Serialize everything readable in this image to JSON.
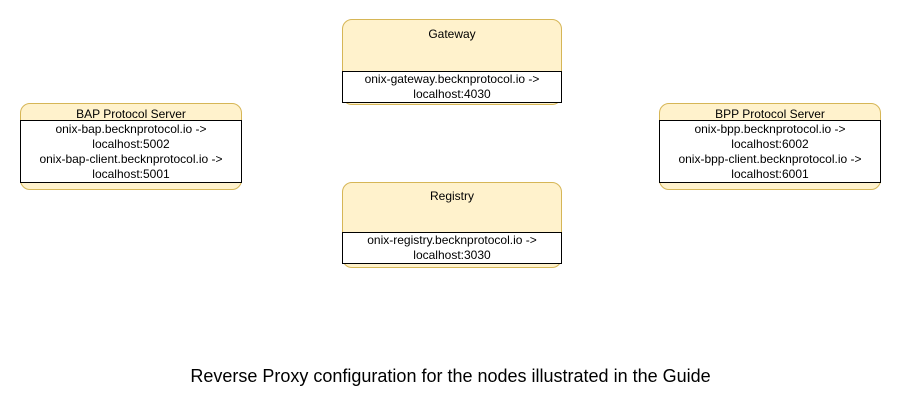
{
  "colors": {
    "canvas_bg": "#ffffff",
    "node_fill": "#fff2cc",
    "node_border": "#d6b656",
    "rule_fill": "#ffffff",
    "rule_border": "#000000",
    "text": "#000000"
  },
  "caption": "Reverse Proxy configuration for the nodes illustrated in the Guide",
  "nodes": [
    {
      "id": "gateway",
      "title": "Gateway",
      "lines": [
        "onix-gateway.becknprotocol.io ->",
        "localhost:4030"
      ]
    },
    {
      "id": "bap-protocol-server",
      "title": "BAP Protocol Server",
      "lines": [
        "onix-bap.becknprotocol.io ->",
        "localhost:5002",
        "onix-bap-client.becknprotocol.io ->",
        "localhost:5001"
      ]
    },
    {
      "id": "bpp-protocol-server",
      "title": "BPP Protocol Server",
      "lines": [
        "onix-bpp.becknprotocol.io ->",
        "localhost:6002",
        "onix-bpp-client.becknprotocol.io ->",
        "localhost:6001"
      ]
    },
    {
      "id": "registry",
      "title": "Registry",
      "lines": [
        "onix-registry.becknprotocol.io ->",
        "localhost:3030"
      ]
    }
  ]
}
